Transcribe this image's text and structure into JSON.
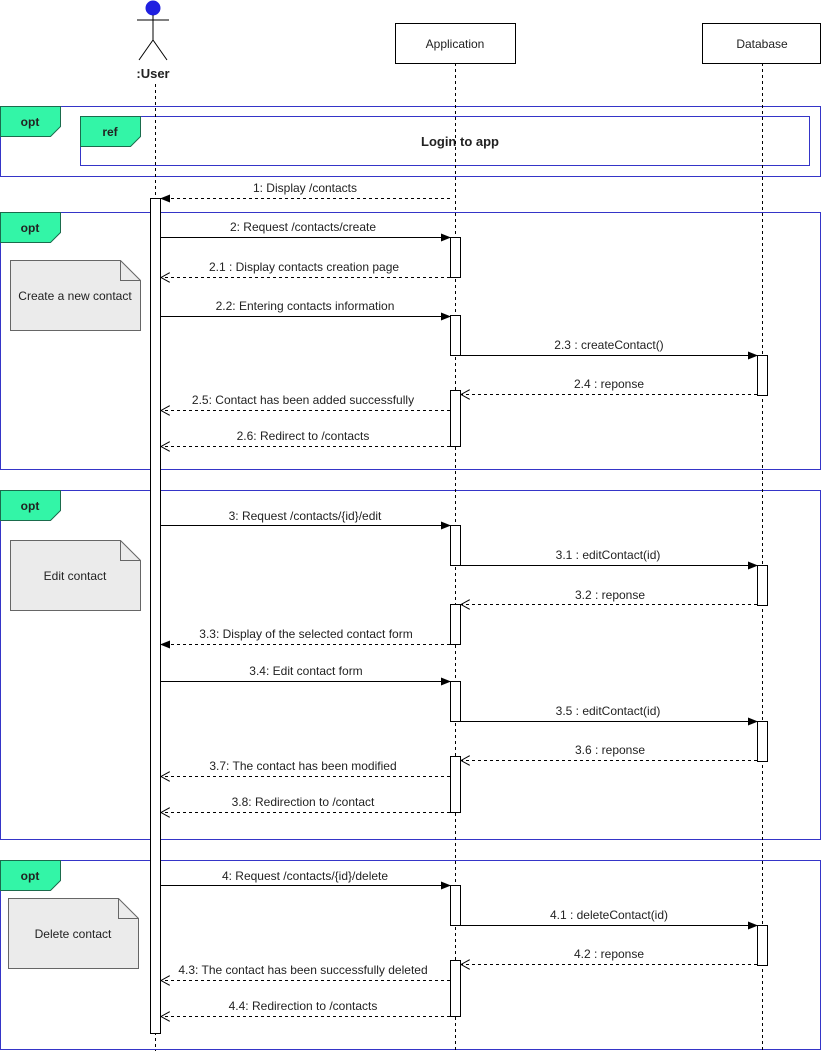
{
  "colors": {
    "frame": "#3535c8",
    "tag_fill": "#33f5a7",
    "tag_stroke": "#1a6b4c",
    "actor": "#1f1fe0",
    "line": "#000000",
    "note_fill": "#ebebeb",
    "note_stroke": "#666666"
  },
  "actor": {
    "label": ":User",
    "icon": "stick-figure-icon"
  },
  "participants": {
    "application": "Application",
    "database": "Database"
  },
  "ref_frame": {
    "operator": "opt",
    "ref_tag": "ref",
    "title": "Login to app"
  },
  "message_1": "1: Display /contacts",
  "create_frame": {
    "operator": "opt",
    "note": "Create a new contact",
    "messages": [
      "2: Request /contacts/create",
      "2.1 : Display contacts creation page",
      "2.2: Entering contacts information",
      "2.3 : createContact()",
      "2.4 : reponse",
      "2.5: Contact has been added successfully",
      "2.6: Redirect to /contacts"
    ]
  },
  "edit_frame": {
    "operator": "opt",
    "note": "Edit contact",
    "messages": [
      "3: Request /contacts/{id}/edit",
      "3.1 : editContact(id)",
      "3.2 : reponse",
      "3.3: Display of the selected contact form",
      "3.4: Edit contact form",
      "3.5 : editContact(id)",
      "3.6 : reponse",
      "3.7: The contact has been modified",
      "3.8: Redirection to /contact"
    ]
  },
  "delete_frame": {
    "operator": "opt",
    "note": "Delete contact",
    "messages": [
      "4: Request /contacts/{id}/delete",
      "4.1 : deleteContact(id)",
      "4.2 : reponse",
      "4.3: The contact has been successfully deleted",
      "4.4: Redirection to /contacts"
    ]
  }
}
